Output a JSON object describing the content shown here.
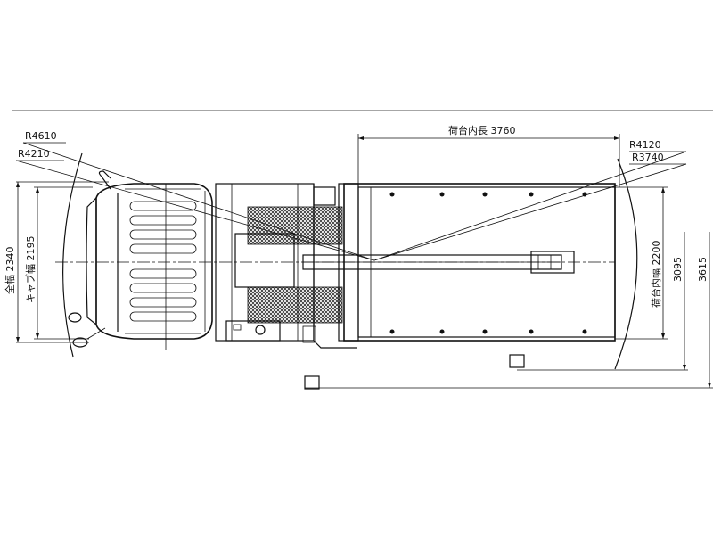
{
  "labels": {
    "r4610": "R4610",
    "r4210": "R4210",
    "r4120": "R4120",
    "r3740": "R3740",
    "cargo_length": "荷台内長 3760",
    "overall_width": "全幅 2340",
    "cab_width": "キャブ幅 2195",
    "cargo_width": "荷台内幅 2200",
    "dim_3095": "3095",
    "dim_3615": "3615"
  }
}
